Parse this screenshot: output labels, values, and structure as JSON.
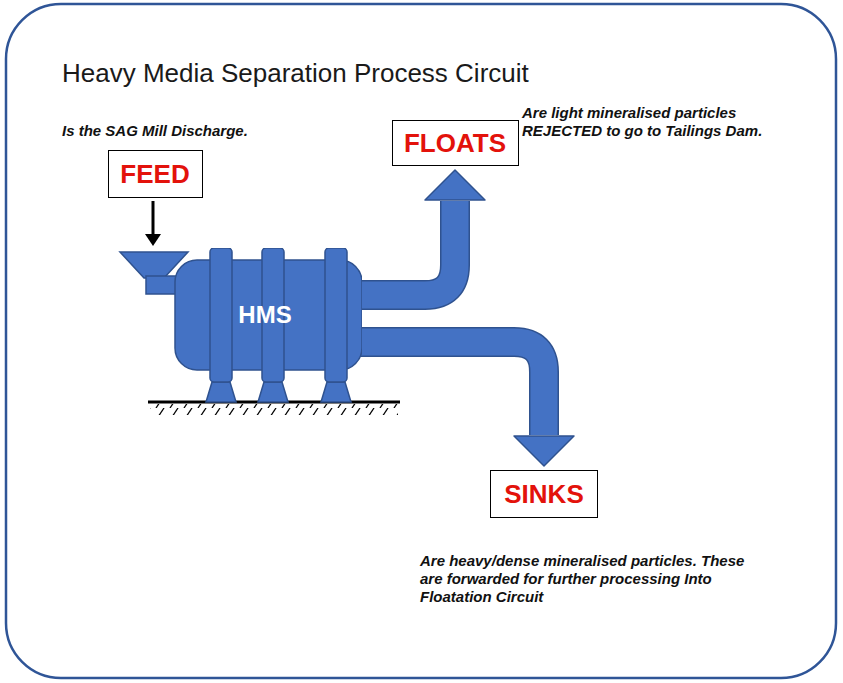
{
  "diagram": {
    "title": "Heavy Media Separation Process Circuit",
    "nodes": [
      {
        "text": [
          "FEED"
        ]
      },
      {
        "text": [
          "FLOATS"
        ]
      },
      {
        "text": [
          "HMS"
        ]
      },
      {
        "text": [
          "SINKS"
        ]
      }
    ],
    "edges": [
      {
        "from": 0,
        "to": 2,
        "arrow": "to"
      },
      {
        "from": 2,
        "to": 1,
        "arrow": "to"
      },
      {
        "from": 2,
        "to": 3,
        "arrow": "to"
      }
    ],
    "labels": [
      "Is the SAG Mill Discharge.",
      "Are light mineralised particles REJECTED to go to Tailings Dam.",
      "Are heavy/dense mineralised particles. These are forwarded for further processing Into Floatation Circuit"
    ]
  }
}
